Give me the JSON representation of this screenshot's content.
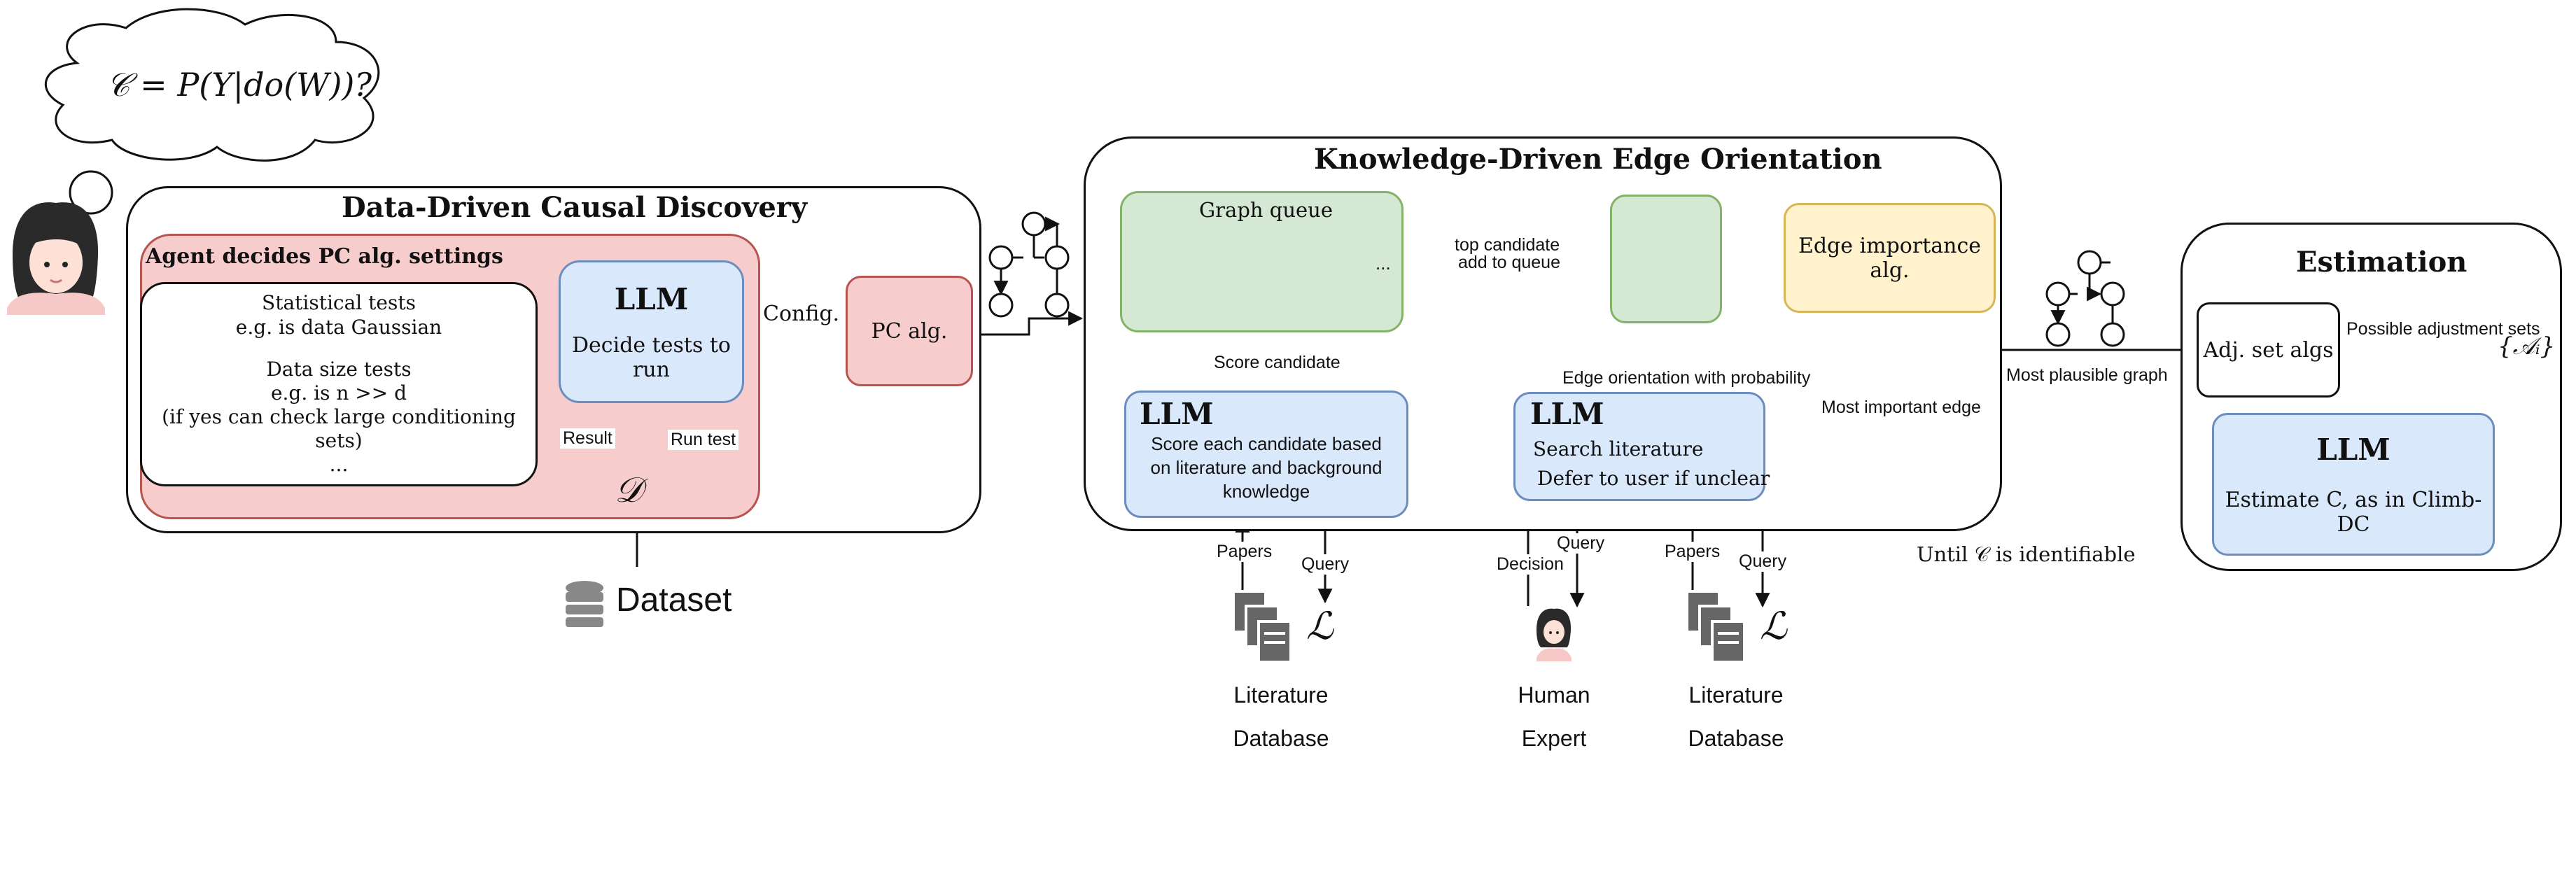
{
  "thought": {
    "text": "𝒞 = P(Y|do(W))?"
  },
  "data_driven": {
    "title": "Data-Driven Causal Discovery",
    "agent_title": "Agent decides PC alg. settings",
    "tests_lines": [
      "Statistical tests",
      "e.g. is data Gaussian",
      "",
      "Data size tests",
      "e.g. is n >> d",
      "(if yes can check large conditioning sets)",
      "..."
    ],
    "llm_title": "LLM",
    "llm_sub": "Decide tests to run",
    "result_label": "Result",
    "run_test_label": "Run test",
    "data_symbol": "𝒟",
    "config_label": "Config.",
    "pc_label": "PC alg.",
    "dataset_label": "Dataset"
  },
  "knowledge": {
    "title": "Knowledge-Driven Edge Orientation",
    "queue_label": "Graph queue",
    "ellipsis": "...",
    "top_candidate_label": "top candidate",
    "add_to_queue_label": "add to queue",
    "edge_importance_label": "Edge importance alg.",
    "score_candidate_label": "Score candidate",
    "edge_orientation_label": "Edge orientation with probability",
    "most_important_edge_label": "Most important edge",
    "llm1_title": "LLM",
    "llm1_lines": [
      "Score each candidate based",
      "on literature and background",
      "knowledge"
    ],
    "llm2_title": "LLM",
    "llm2_lines": [
      "Search literature",
      "Defer to user if unclear"
    ],
    "papers_label": "Papers",
    "query_label": "Query",
    "decision_label": "Decision",
    "literature_symbol": "ℒ",
    "lit_db_1": [
      "Literature",
      "Database"
    ],
    "human_expert": [
      "Human",
      "Expert"
    ],
    "lit_db_2": [
      "Literature",
      "Database"
    ],
    "until_label": "Until 𝒞 is identifiable"
  },
  "estimation": {
    "title": "Estimation",
    "most_plausible_label": "Most plausible graph",
    "adj_set_label": "Adj. set algs",
    "possible_sets_label": "Possible adjustment sets",
    "adj_symbol": "{𝒜ᵢ}",
    "llm_title": "LLM",
    "llm_sub": "Estimate C, as in Climb-DC"
  },
  "colors": {
    "red_fill": "#f7cccc",
    "blue_fill": "#dae8fc",
    "green_fill": "#d5e8d4",
    "yellow_fill": "#fff2cc"
  }
}
